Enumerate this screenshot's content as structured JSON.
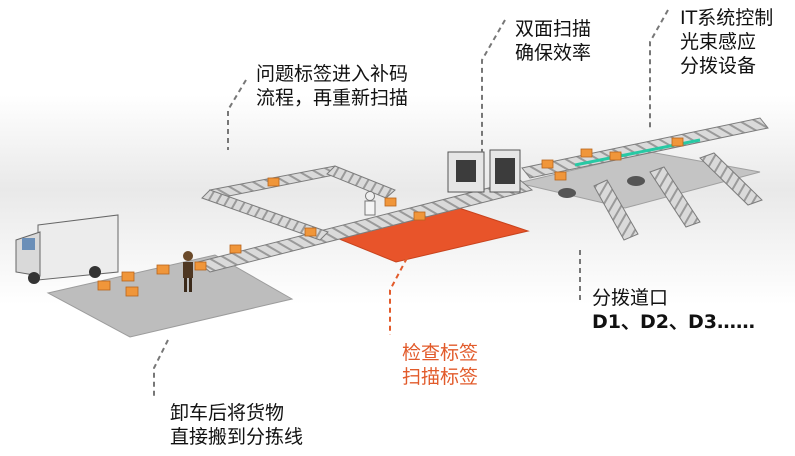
{
  "labels": {
    "problem_label": {
      "lines": [
        "问题标签进入补码",
        "流程，再重新扫描"
      ]
    },
    "double_scan": {
      "lines": [
        "双面扫描",
        "确保效率"
      ]
    },
    "it_control": {
      "lines": [
        "IT系统控制",
        "光束感应",
        "分拨设备"
      ]
    },
    "sort_ports": {
      "lines": [
        "分拨道口",
        "D1、D2、D3……"
      ]
    },
    "check_label": {
      "lines": [
        "检查标签",
        "扫描标签"
      ]
    },
    "unload": {
      "lines": [
        "卸车后将货物",
        "直接搬到分拣线"
      ]
    }
  },
  "colors": {
    "accent": "#e8542a",
    "accent_text": "#e25b2b",
    "box": "#f0963a",
    "conveyor": "#d6d6d6",
    "platform": "#bdbdbd",
    "dashed_line": "#777777",
    "sorter_belt": "#27c9a4"
  },
  "icons": {
    "truck": "delivery-truck-icon",
    "worker": "worker-figure-icon",
    "scanner": "scanner-station-icon",
    "parcel": "parcel-box-icon"
  }
}
